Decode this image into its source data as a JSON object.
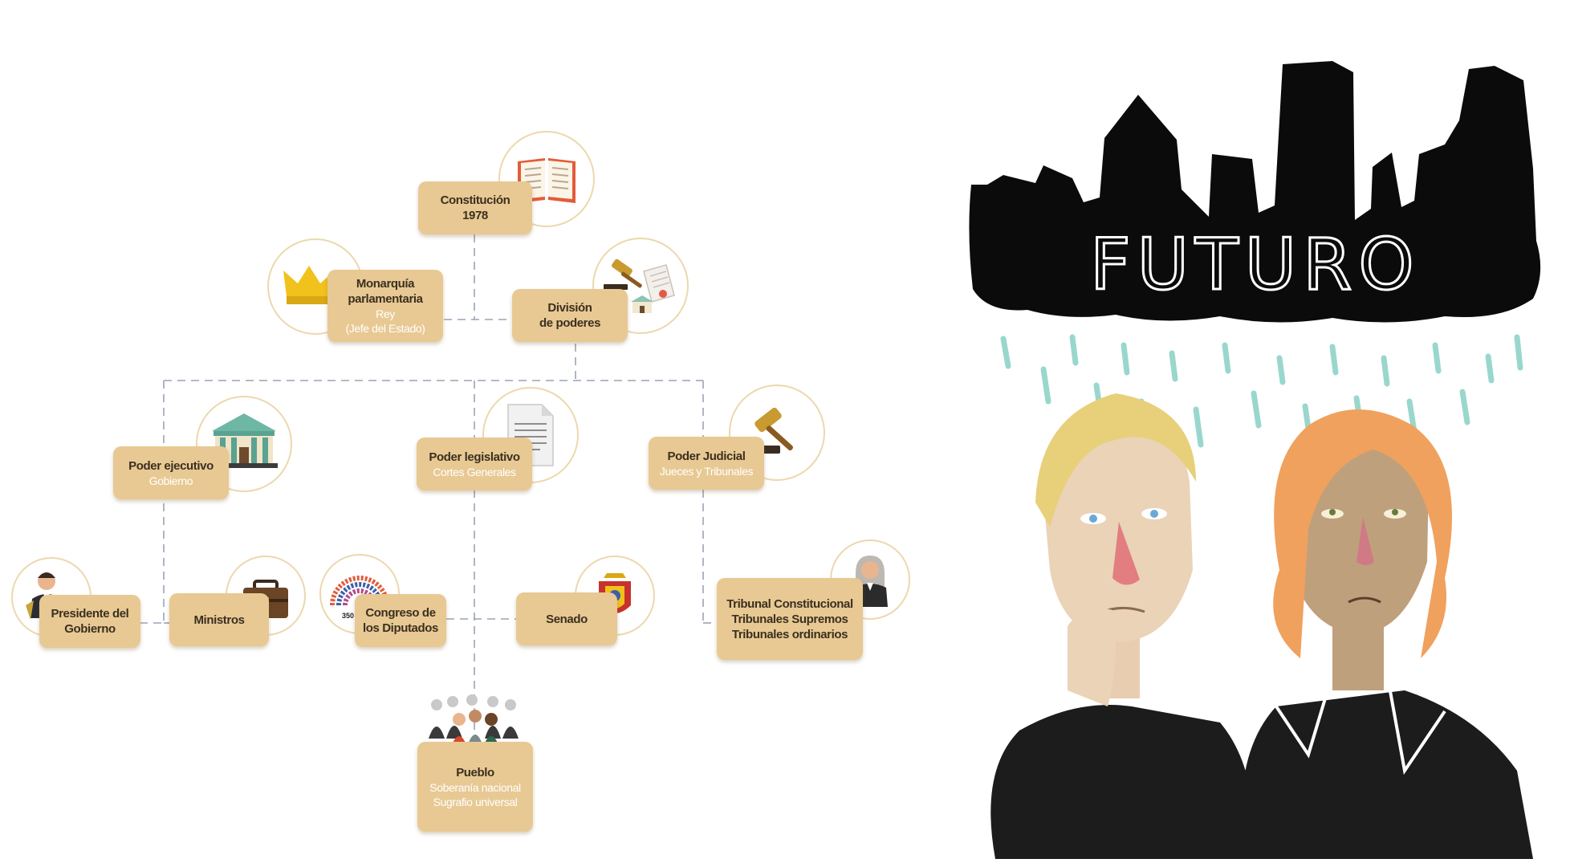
{
  "diagram": {
    "constitucion": {
      "l1": "Constitución",
      "l2": "1978",
      "icon": "open-book-icon"
    },
    "monarquia": {
      "l1": "Monarquía",
      "l2": "parlamentaria",
      "s1": "Rey",
      "s2": "(Jefe del Estado)",
      "icon": "crown-icon"
    },
    "division": {
      "l1": "División",
      "l2": "de poderes",
      "icon": "gavel-document-icon"
    },
    "ejecutivo": {
      "l1": "Poder ejecutivo",
      "s1": "Gobierno",
      "icon": "government-building-icon"
    },
    "legislativo": {
      "l1": "Poder legislativo",
      "s1": "Cortes Generales",
      "icon": "document-icon"
    },
    "judicial": {
      "l1": "Poder Judicial",
      "s1": "Jueces y Tribunales",
      "icon": "gavel-icon"
    },
    "presidente": {
      "l1": "Presidente del",
      "l2": "Gobierno",
      "icon": "president-icon"
    },
    "ministros": {
      "l1": "Ministros",
      "icon": "briefcase-icon"
    },
    "congreso": {
      "l1": "Congreso de",
      "l2": "los Diputados",
      "seat_count": "350",
      "icon": "parliament-seats-icon"
    },
    "senado": {
      "l1": "Senado",
      "icon": "senate-emblem-icon"
    },
    "tribunales": {
      "l1": "Tribunal Constitucional",
      "l2": "Tribunales Supremos",
      "l3": "Tribunales ordinarios",
      "icon": "judge-icon"
    },
    "pueblo": {
      "l1": "Pueblo",
      "s1": "Soberanía nacional",
      "s2": "Sugrafio universal",
      "icon": "crowd-icon"
    }
  },
  "illustration": {
    "word": "FUTURO",
    "colors": {
      "ink": "#0b0b0b",
      "rain": "#8fd3c8",
      "blond_hair": "#e8cf7a",
      "red_hair": "#f0a15e"
    }
  },
  "colors": {
    "box": "#e8c993",
    "circle_border": "#ecd8ad",
    "connector": "#9aa4b6",
    "label_dark": "#3b2f20",
    "label_light": "#ffffff"
  }
}
